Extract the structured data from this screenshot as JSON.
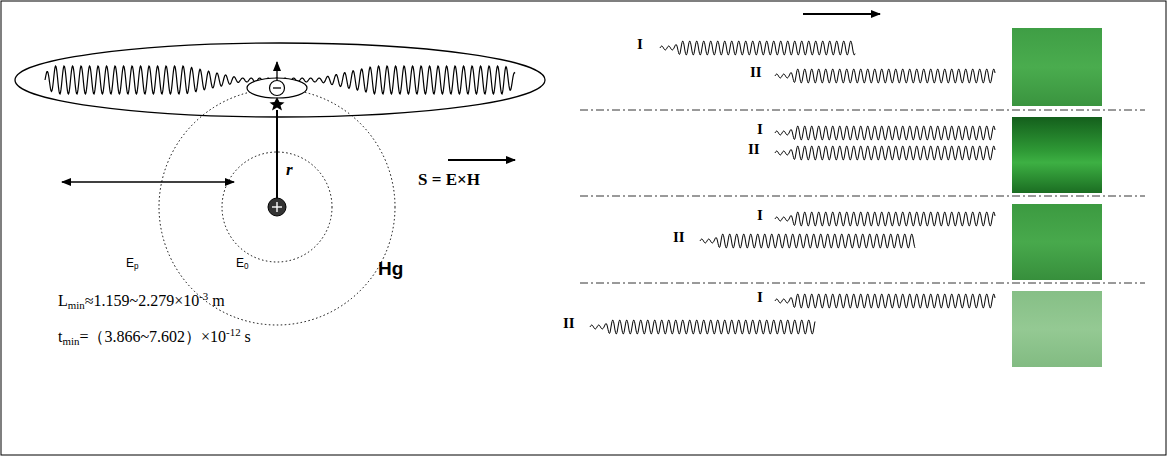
{
  "diagram": {
    "labels": [
      "r",
      "S = E×H",
      "E",
      "p",
      "E",
      "0",
      "Hg",
      "L",
      "min",
      "≈1.159~2.279×10",
      "-3",
      "m",
      "t",
      "min",
      "=（3.866~7.602）×10",
      "-12",
      "s",
      "I",
      "II",
      "I",
      "II",
      "I",
      "II",
      "I",
      "II"
    ]
  }
}
